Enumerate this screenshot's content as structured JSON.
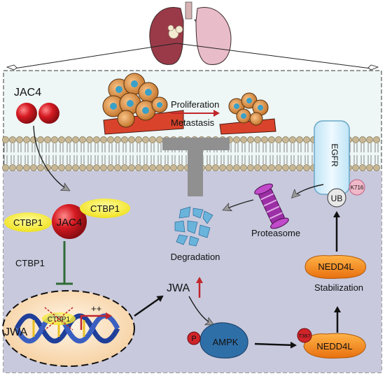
{
  "labels": {
    "jac4_top": "JAC4",
    "proliferation": "Proliferation",
    "metastasis": "Metastasis",
    "egfr": "EGFR",
    "ub": "UB",
    "k716": "K716",
    "ctbp1_left": "CTBP1",
    "ctbp1_right": "CTBP1",
    "jac4_complex": "JAC4",
    "ctbp1_inhibit": "CTBP1",
    "degradation": "Degradation",
    "proteasome": "Proteasome",
    "nedd4l_top": "NEDD4L",
    "stabilization": "Stabilization",
    "jwa_mid": "JWA",
    "jwa_nucleus": "JWA",
    "ctbp1_nucleus": "CTBP1",
    "plus_plus": "++",
    "p_badge": "P",
    "ampk": "AMPK",
    "t367": "T367",
    "nedd4l_bottom": "NEDD4L"
  },
  "colors": {
    "top_region": "#eef6f6",
    "cytoplasm": "#c8c9dd",
    "membrane_head": "#c7b794",
    "red_ball": "#c8141e",
    "yellow_ellipse": "#f6ee3a",
    "orange": "#f28a1c",
    "ampk_blue": "#2f6fa8",
    "nucleus_fill": "#fbe6c8",
    "dna_blue": "#1f3f9a",
    "egfr_fill": "#d6eefa",
    "proteasome_purple": "#9b2fa5",
    "inhibit_green": "#2f6b35",
    "t_bar_gray": "#909090",
    "arrow_red": "#c0272d"
  },
  "icons": [
    "lungs-icon",
    "cancer-cell-cluster-icon",
    "membrane-bilayer",
    "proteasome-icon",
    "degraded-fragments-icon",
    "dna-helix-icon"
  ]
}
